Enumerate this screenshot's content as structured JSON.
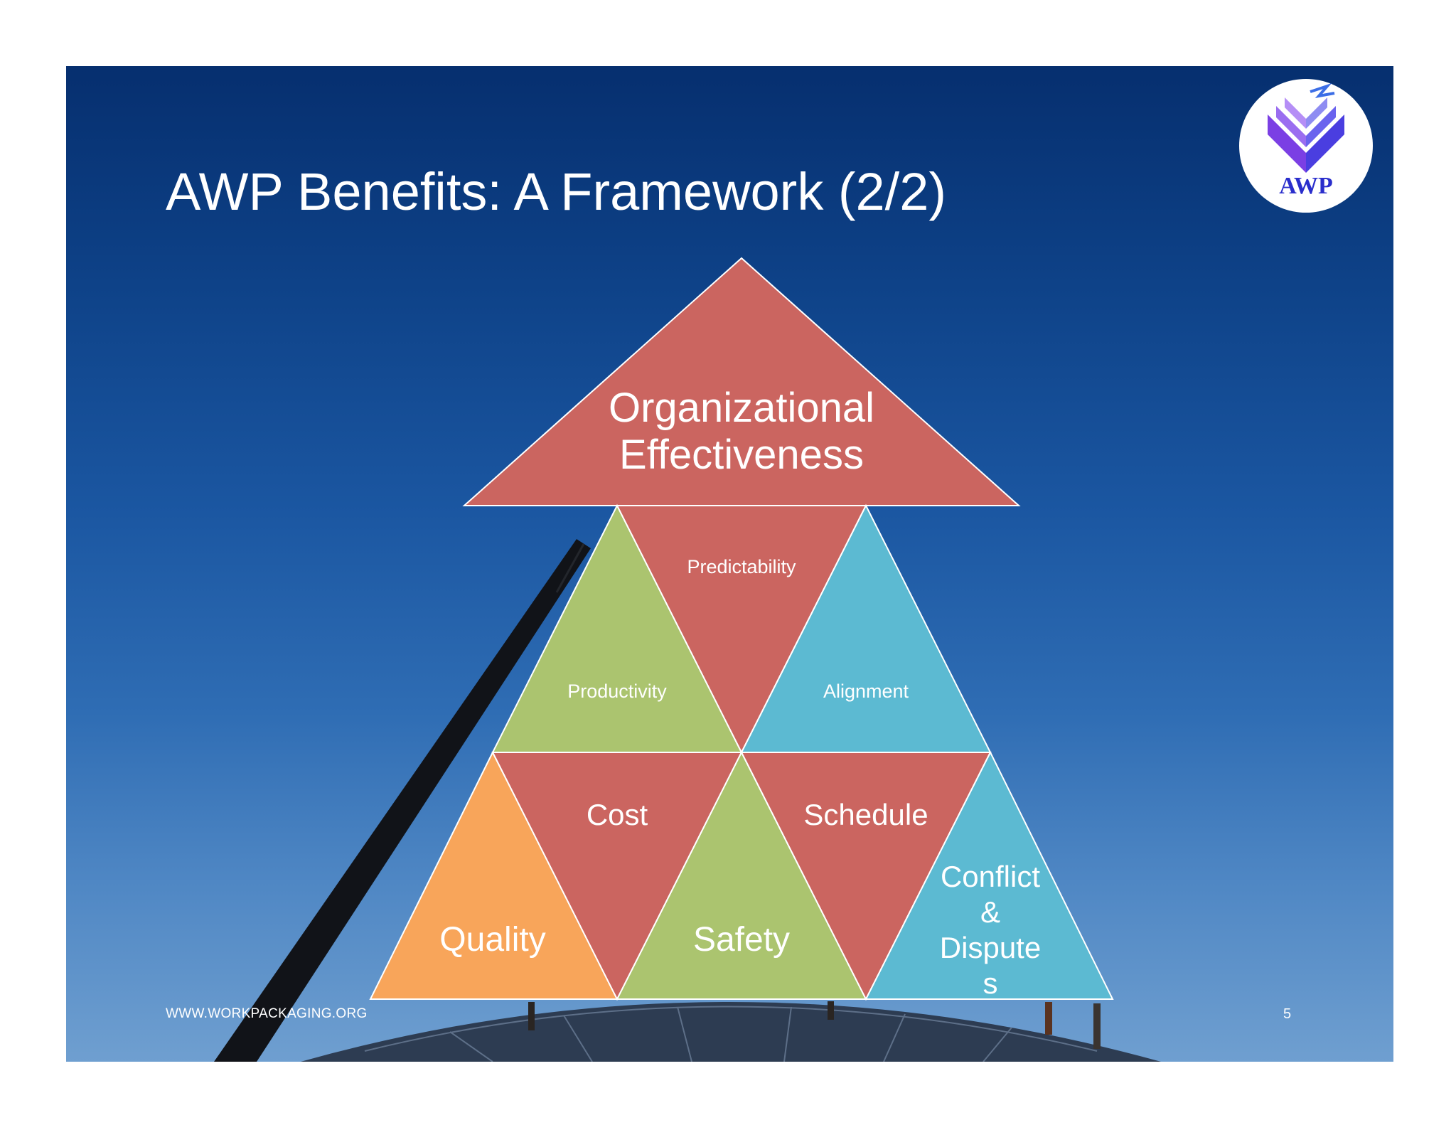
{
  "slide": {
    "title": "AWP Benefits: A Framework (2/2)",
    "footer_url": "WWW.WORKPACKAGING.ORG",
    "page_number": "5"
  },
  "logo": {
    "text": "AWP",
    "icon": "stacked-chevrons-icon",
    "color": "#2a2ecc"
  },
  "colors": {
    "red": "#cb6560",
    "green": "#abc46f",
    "teal": "#5cbad2",
    "orange": "#f8a55a"
  },
  "pyramid": {
    "apex": {
      "line1": "Organizational",
      "line2": "Effectiveness"
    },
    "middle": {
      "predictability": "Predictability",
      "productivity": "Productivity",
      "alignment": "Alignment"
    },
    "bottom": {
      "quality": "Quality",
      "cost": "Cost",
      "safety": "Safety",
      "schedule": "Schedule",
      "conflict_line1": "Conflict",
      "conflict_line2": "&",
      "conflict_line3": "Dispute",
      "conflict_line4": "s"
    }
  }
}
